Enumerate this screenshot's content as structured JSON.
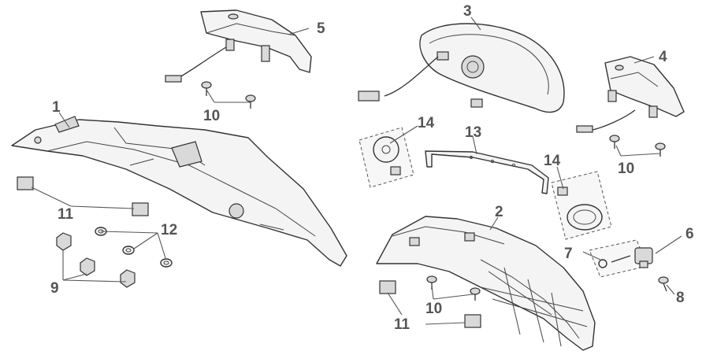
{
  "callouts": {
    "c1": "1",
    "c2": "2",
    "c3": "3",
    "c4": "4",
    "c5": "5",
    "c6": "6",
    "c7": "7",
    "c8": "8",
    "c9": "9",
    "c10a": "10",
    "c10b": "10",
    "c10c": "10",
    "c11a": "11",
    "c11b": "11",
    "c12": "12",
    "c13": "13",
    "c14a": "14",
    "c14b": "14"
  }
}
